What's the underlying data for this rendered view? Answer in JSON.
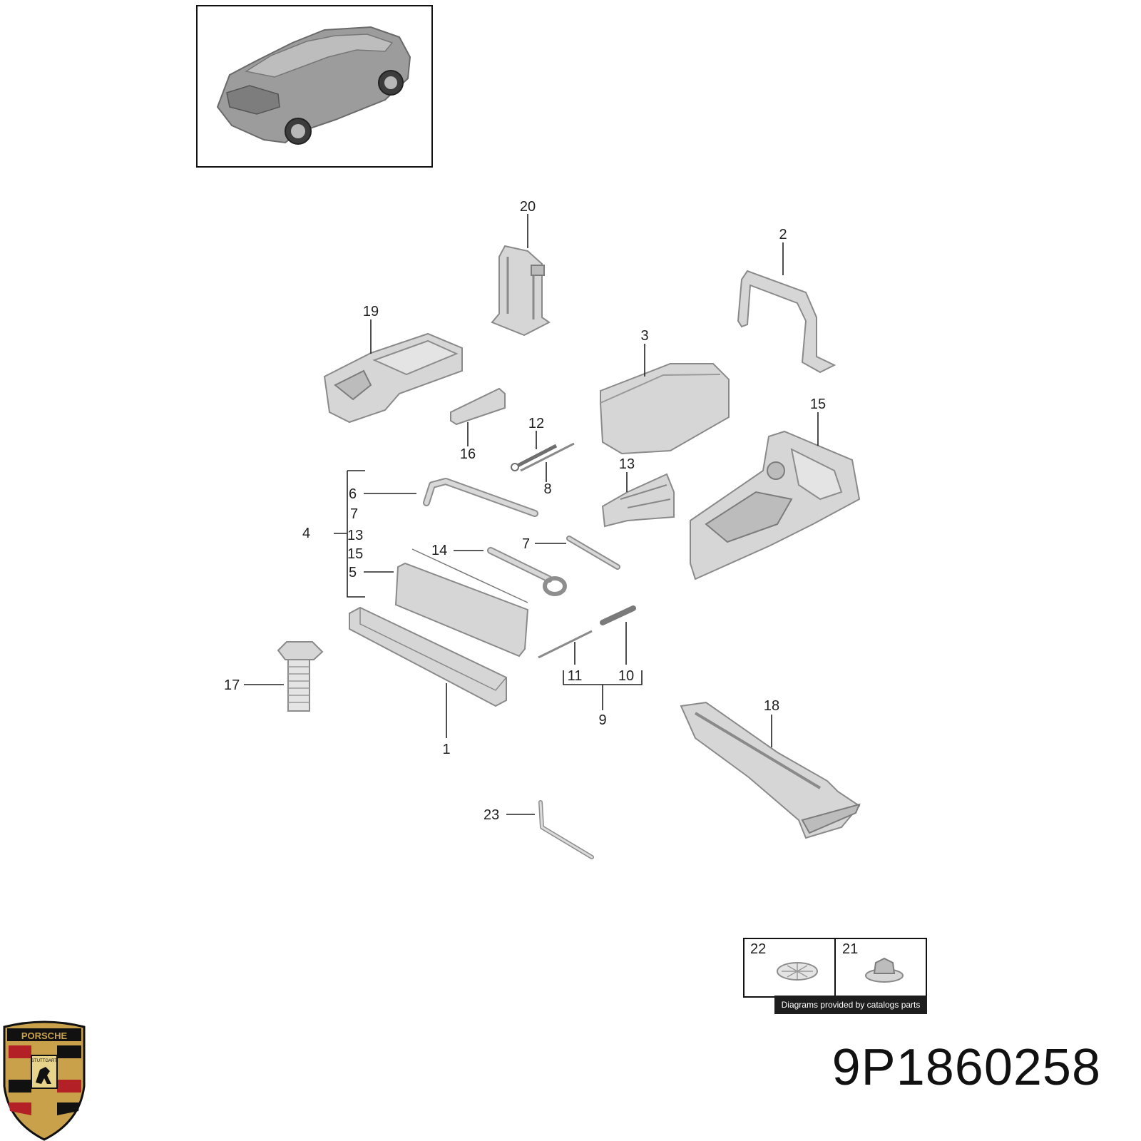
{
  "diagram": {
    "callouts": [
      "20",
      "2",
      "19",
      "3",
      "15",
      "16",
      "12",
      "8",
      "13",
      "6",
      "7",
      "4",
      "13",
      "15",
      "5",
      "14",
      "7",
      "17",
      "1",
      "11",
      "10",
      "9",
      "18",
      "23"
    ],
    "detail_boxes": [
      {
        "label": "22",
        "part": "spring-clip"
      },
      {
        "label": "21",
        "part": "flange-nut"
      }
    ],
    "provider_note": "Diagrams provided by catalogs parts",
    "part_number": "9P1860258",
    "logo": {
      "brand": "PORSCHE",
      "city": "STUTTGART",
      "colors": [
        "#c8a14a",
        "#b32025",
        "#111111"
      ]
    }
  }
}
